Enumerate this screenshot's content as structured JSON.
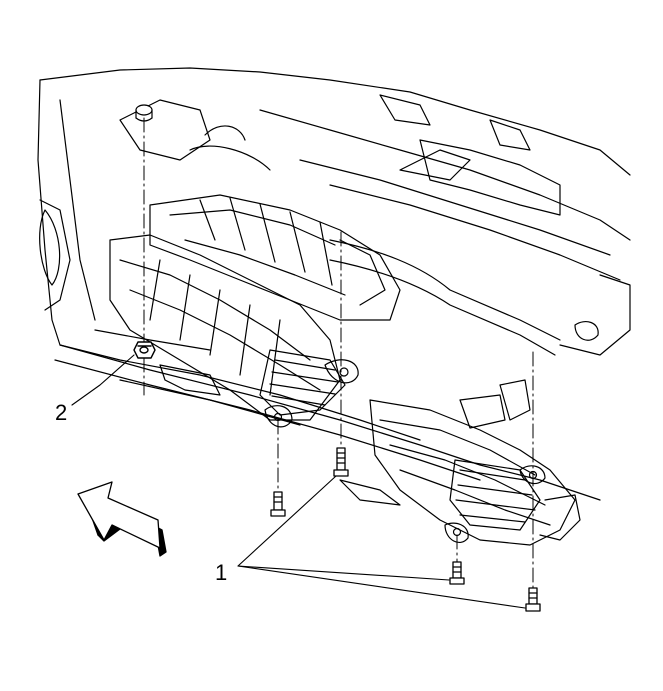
{
  "callouts": [
    {
      "id": "1",
      "text": "1",
      "meaning": ""
    },
    {
      "id": "2",
      "text": "2",
      "meaning": ""
    }
  ],
  "icons": {
    "direction_arrow": "front-direction-arrow-icon",
    "fastener": "bolt-icon",
    "nut": "nut-icon"
  },
  "colors": {
    "line": "#000000",
    "background": "#ffffff"
  }
}
